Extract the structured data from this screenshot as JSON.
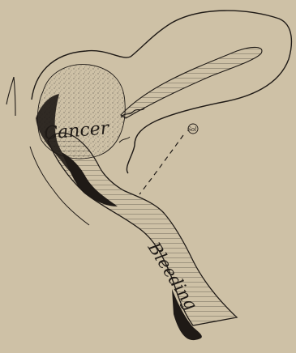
{
  "diagram": {
    "background": "#cec1a6",
    "ink": "#1f1a16",
    "stipple": "#8d8676",
    "labels": {
      "cancer": "Cancer",
      "bleeding": "Bleeding",
      "small_note": "Sol"
    }
  }
}
